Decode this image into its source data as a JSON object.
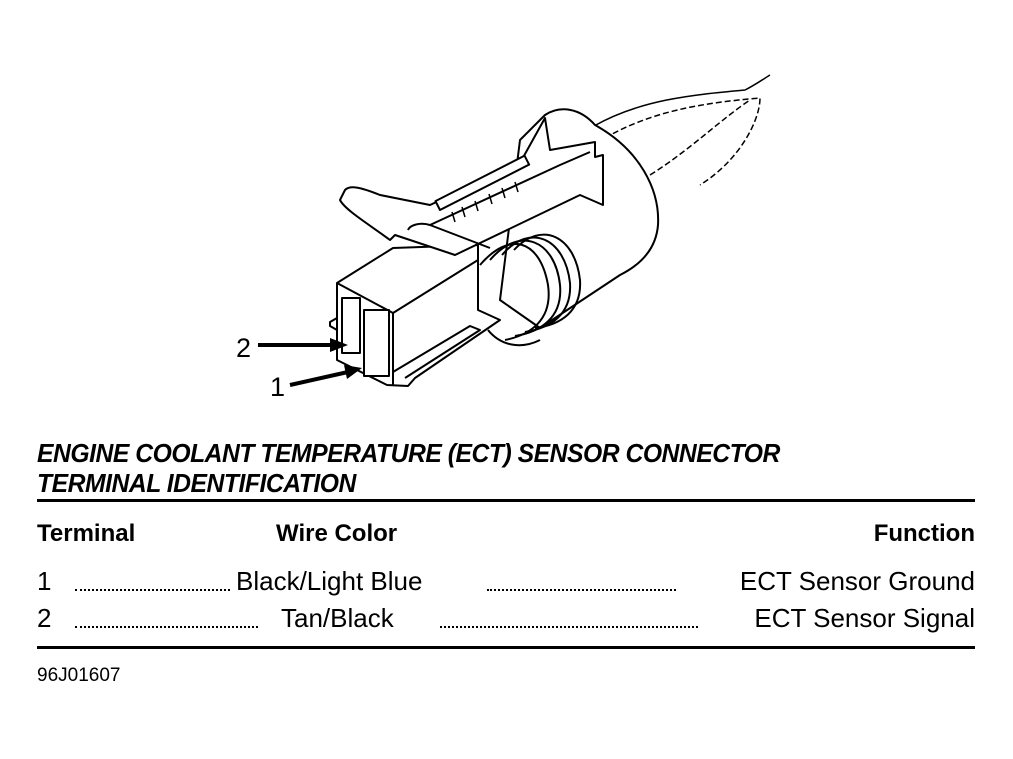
{
  "figure": {
    "callouts": [
      "2",
      "1"
    ],
    "title_line1": "ENGINE COOLANT TEMPERATURE (ECT) SENSOR CONNECTOR",
    "title_line2": "TERMINAL IDENTIFICATION",
    "table": {
      "headers": {
        "terminal": "Terminal",
        "wire_color": "Wire Color",
        "function": "Function"
      },
      "rows": [
        {
          "terminal": "1",
          "wire_color": "Black/Light Blue",
          "function": "ECT Sensor Ground"
        },
        {
          "terminal": "2",
          "wire_color": "Tan/Black",
          "function": "ECT Sensor Signal"
        }
      ]
    },
    "figure_code": "96J01607"
  }
}
